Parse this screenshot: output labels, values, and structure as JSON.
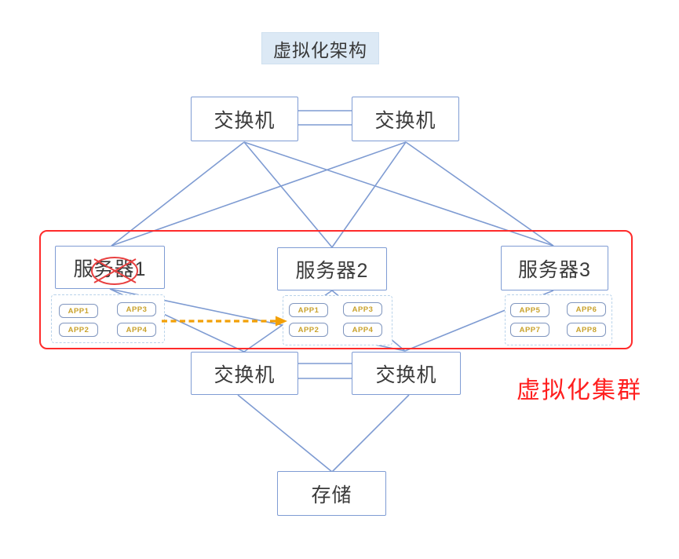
{
  "title": {
    "text": "虚拟化架构"
  },
  "cluster": {
    "label": "虚拟化集群"
  },
  "nodes": {
    "top_switch_1": "交换机",
    "top_switch_2": "交换机",
    "bottom_switch_1": "交换机",
    "bottom_switch_2": "交换机",
    "storage": "存储"
  },
  "servers": [
    {
      "label": "服务器1",
      "annotation": "red-ellipse-crossed-out",
      "apps": [
        "APP1",
        "APP3",
        "APP2",
        "APP4"
      ]
    },
    {
      "label": "服务器2",
      "apps": [
        "APP1",
        "APP3",
        "APP2",
        "APP4"
      ]
    },
    {
      "label": "服务器3",
      "apps": [
        "APP5",
        "APP6",
        "APP7",
        "APP8"
      ]
    }
  ],
  "migration_arrow": {
    "style": "dashed",
    "from": "server1-apps",
    "to": "server2-apps"
  },
  "colors": {
    "connector_blue": "#7e9bd2",
    "box_border_blue": "#7f9cd4",
    "app_text_gold": "#c9a22c",
    "red_annotation": "#ff2b2b",
    "arrow_orange": "#f2a007",
    "title_background": "#dce9f5"
  }
}
